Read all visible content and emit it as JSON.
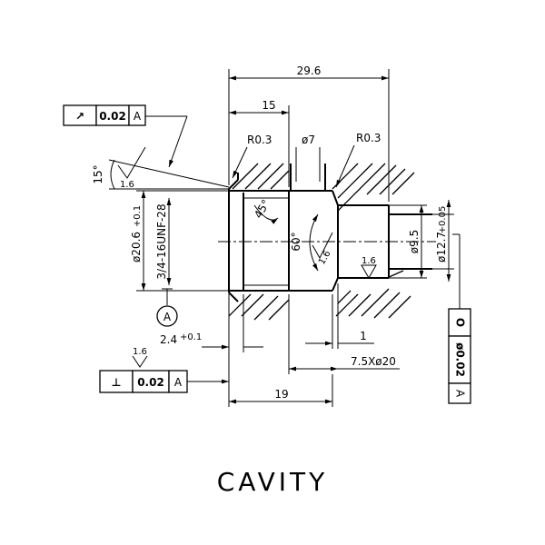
{
  "title": "CAVITY",
  "dimensions": {
    "overall_length": "29.6",
    "depth_15": "15",
    "radius_left": "R0.3",
    "radius_right": "R0.3",
    "dia_7": "ø7",
    "angle_45": "45°",
    "angle_60": "60°",
    "thread": "3/4-16UNF-28",
    "dia_20_6": "ø20.6",
    "dia_20_6_tol": "+0.1",
    "dia_9_5": "ø9.5",
    "dia_12_7": "ø12.7",
    "dia_12_7_tol": "+0.05",
    "depth_2_4": "2.4",
    "depth_2_4_tol": "+0.1",
    "dim_1": "1",
    "dim_7_5_x_20": "7.5Xø20",
    "dim_19": "19",
    "angle_15": "15°"
  },
  "surface_finish": {
    "top_left": "1.6",
    "bottom_left": "1.6",
    "inner_1": "1.6",
    "inner_2": "1.6"
  },
  "gdt": {
    "runout": {
      "symbol": "↗",
      "tolerance": "0.02",
      "datum": "A"
    },
    "perpendicularity": {
      "symbol": "⊥",
      "tolerance": "0.02",
      "datum": "A"
    },
    "circularity": {
      "symbol": "O",
      "tolerance": "ø0.02",
      "datum": "A"
    }
  },
  "datum_label": "A"
}
